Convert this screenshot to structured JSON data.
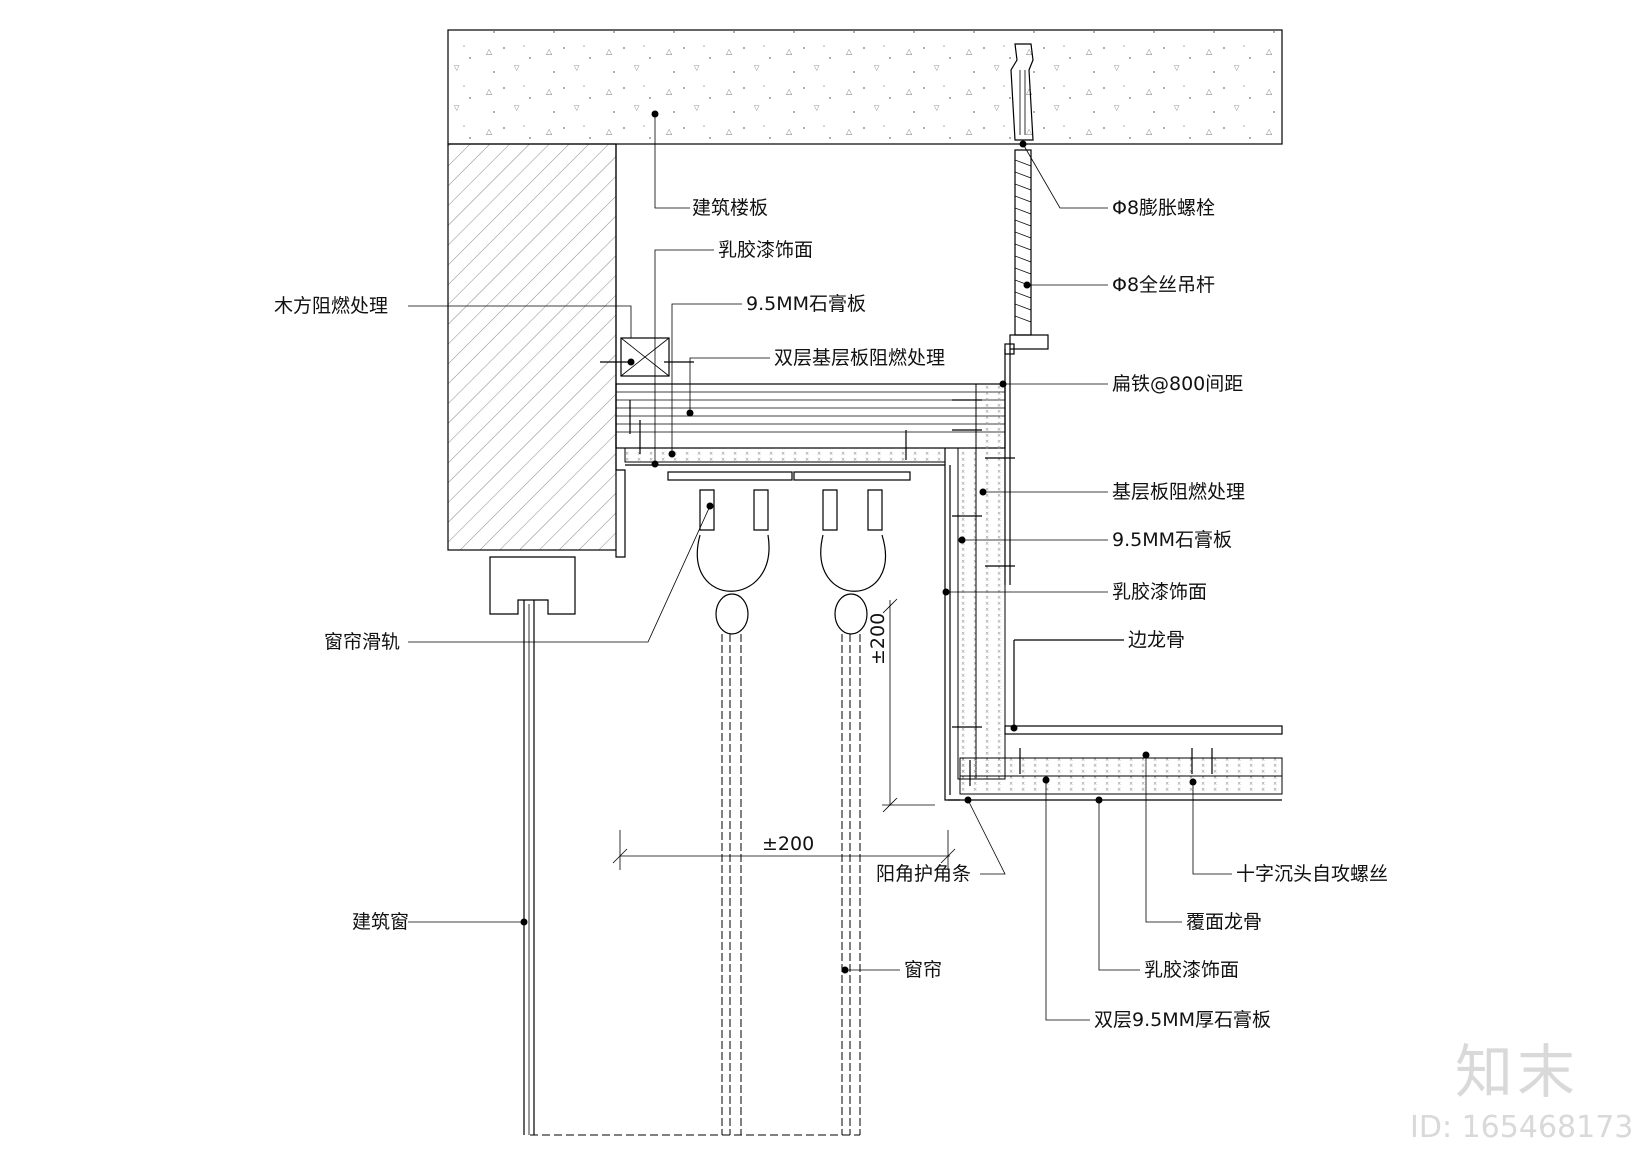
{
  "labels": {
    "building_slab": "建筑楼板",
    "expansion_bolt": "Φ8膨胀螺栓",
    "threaded_rod": "Φ8全丝吊杆",
    "latex_paint_top": "乳胶漆饰面",
    "wood_fireproof": "木方阻燃处理",
    "gypsum_board_top": "9.5MM石膏板",
    "double_base_board": "双层基层板阻燃处理",
    "flat_iron": "扁铁@800间距",
    "base_board_fireproof": "基层板阻燃处理",
    "gypsum_board_right": "9.5MM石膏板",
    "latex_paint_right": "乳胶漆饰面",
    "curtain_track": "窗帘滑轨",
    "edge_keel": "边龙骨",
    "dim_vertical": "±200",
    "dim_horizontal": "±200",
    "corner_bead": "阳角护角条",
    "cross_screw": "十字沉头自攻螺丝",
    "cover_keel": "覆面龙骨",
    "building_window": "建筑窗",
    "curtain": "窗帘",
    "latex_paint_bottom": "乳胶漆饰面",
    "double_gypsum": "双层9.5MM厚石膏板"
  },
  "watermark": {
    "logo": "知末",
    "id": "ID: 165468173"
  }
}
